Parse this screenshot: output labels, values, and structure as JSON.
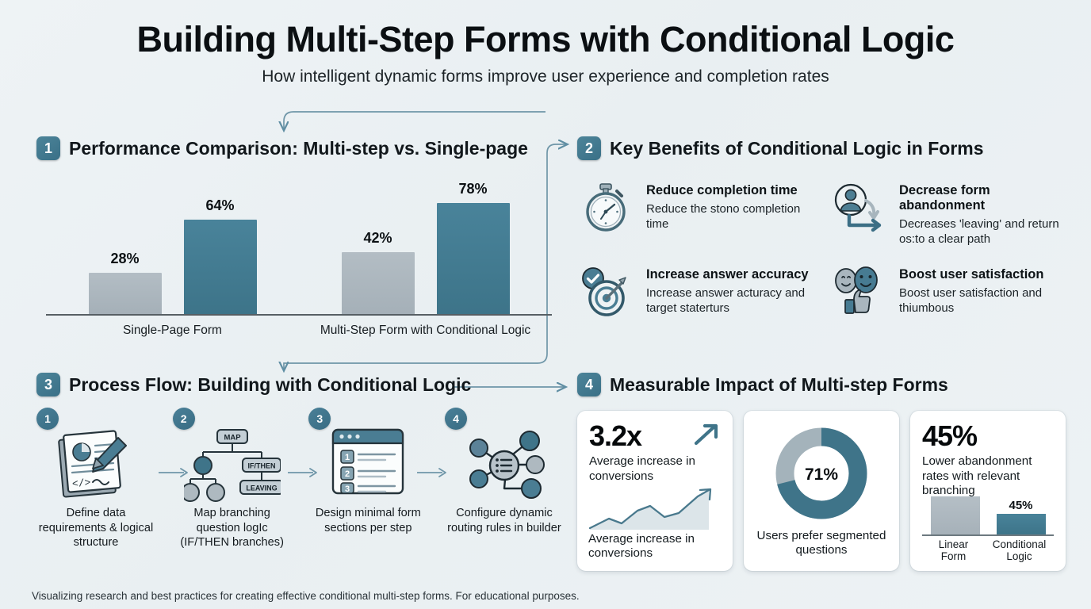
{
  "header": {
    "title": "Building Multi-Step Forms with Conditional Logic",
    "subtitle": "How intelligent dynamic forms improve user experience and completion rates"
  },
  "colors": {
    "teal": "#3d7f94",
    "teal_dark": "#386c83",
    "gray": "#a8b4bc",
    "background": "#eef3f5",
    "card": "#ffffff",
    "text": "#111111"
  },
  "sections": [
    {
      "number": "1",
      "title": "Performance Comparison: Multi-step vs. Single-page"
    },
    {
      "number": "2",
      "title": "Key Benefits of Conditional Logic in Forms"
    },
    {
      "number": "3",
      "title": "Process Flow: Building with Conditional Logic"
    },
    {
      "number": "4",
      "title": "Measurable Impact of Multi-step Forms"
    }
  ],
  "chart_data": {
    "type": "bar",
    "title": "Performance Comparison: Multi-step vs. Single-page",
    "categories": [
      "Single-Page Form",
      "Multi-Step Form with Conditional Logic"
    ],
    "series": [
      {
        "name": "gray",
        "values": [
          28,
          42
        ]
      },
      {
        "name": "teal",
        "values": [
          64,
          78
        ]
      }
    ],
    "value_labels": [
      "28%",
      "64%",
      "42%",
      "78%"
    ],
    "xlabel": "",
    "ylabel": "",
    "ylim": [
      0,
      90
    ],
    "grid": false,
    "legend": "none"
  },
  "benefits": [
    {
      "icon": "stopwatch-icon",
      "title": "Reduce completion time",
      "desc": "Reduce the stono completion time"
    },
    {
      "icon": "user-exit-arrow-icon",
      "title": "Decrease form abandonment",
      "desc": "Decreases 'leaving' and return os:to a clear path"
    },
    {
      "icon": "target-check-icon",
      "title": "Increase answer accuracy",
      "desc": "Increase answer acturacy and target staterturs"
    },
    {
      "icon": "smiley-thumbsup-icon",
      "title": "Boost user satisfaction",
      "desc": "Boost user satisfaction and thiumbous"
    }
  ],
  "flow_steps": [
    {
      "num": "1",
      "icon": "document-pencil-icon",
      "caption": "Define data requirements & logical structure"
    },
    {
      "num": "2",
      "icon": "branching-tree-icon",
      "caption": "Map branching question logIc (IF/THEN branches)"
    },
    {
      "num": "3",
      "icon": "form-window-icon",
      "caption": "Design minimal form sections per step"
    },
    {
      "num": "4",
      "icon": "node-network-icon",
      "caption": "Configure dynamic routing rules in builder"
    }
  ],
  "flow_icon_labels": {
    "map": "MAP",
    "if_then": "IF/THEN",
    "leaving": "LEAVING",
    "list_items": [
      "1",
      "2",
      "3"
    ]
  },
  "impact_cards": [
    {
      "value": "3.2x",
      "sub": "Average increase in conversions",
      "foot": "Average increase in conversions",
      "icon": "trend-arrow-icon"
    },
    {
      "donut_value": "71%",
      "donut_pct": 71,
      "foot": "Users prefer segmented questions"
    },
    {
      "value": "45%",
      "sub": "Lower abandonment rates with relevant branching",
      "mini_chart": {
        "type": "bar",
        "categories": [
          "Linear Form",
          "Conditional Logic"
        ],
        "values": [
          100,
          55
        ],
        "labeled_value": "45%"
      }
    }
  ],
  "footer": "Visualizing research and best practices for creating effective conditional multi-step forms. For educational purposes."
}
